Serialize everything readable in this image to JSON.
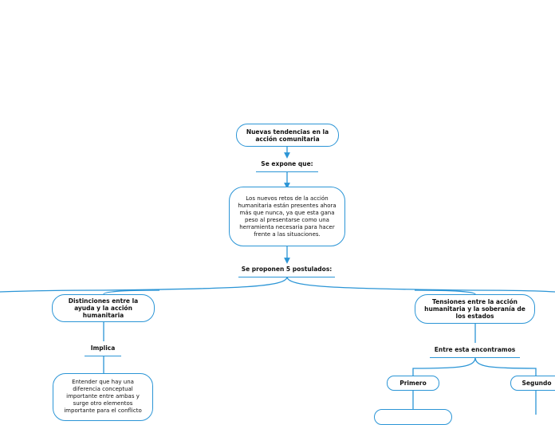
{
  "colors": {
    "connector": "#2b95d6",
    "background": "#ffffff",
    "text": "#111111"
  },
  "nodes": {
    "root": "Nuevas tendencias en la acción comunitaria",
    "expone": "Se expone que:",
    "retos": "Los nuevos retos de la acción humanitaria están presentes ahora más que nunca, ya que esta gana peso al presentarse como una herramienta necesaria para hacer frente a las situaciones.",
    "postulados": "Se proponen 5 postulados:",
    "distinciones": "Distinciones entre la ayuda y la acción humanitaria",
    "implica": "Implica",
    "entender": "Entender que hay una diferencia conceptual importante entre ambas y surge otro elementos importante para el conflicto",
    "tensiones": "Tensiones entre la acción humanitaria y la soberanía de los estados",
    "encontramos": "Entre esta encontramos",
    "primero": "Primero",
    "segundo": "Segundo"
  }
}
